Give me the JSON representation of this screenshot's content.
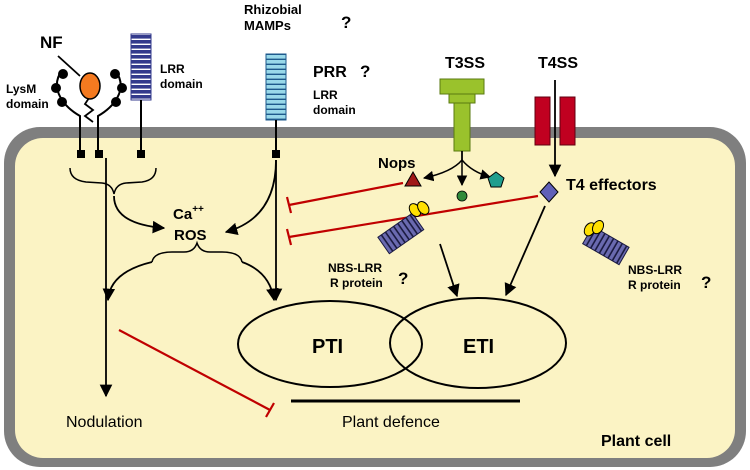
{
  "labels": {
    "nf": "NF",
    "lysm_line1": "LysM",
    "lysm_line2": "domain",
    "lrr1_line1": "LRR",
    "lrr1_line2": "domain",
    "mamps_line1": "Rhizobial",
    "mamps_line2": "MAMPs",
    "mamps_q": "?",
    "prr": "PRR",
    "prr_q": "?",
    "lrr2_line1": "LRR",
    "lrr2_line2": "domain",
    "t3ss": "T3SS",
    "t4ss": "T4SS",
    "nops": "Nops",
    "t4_effectors": "T4 effectors",
    "ca": "Ca",
    "ca_sup": "++",
    "ros": "ROS",
    "nbs1_line1": "NBS-LRR",
    "nbs1_line2": "R protein",
    "nbs1_q": "?",
    "nbs2_line1": "NBS-LRR",
    "nbs2_line2": "R protein",
    "nbs2_q": "?",
    "pti": "PTI",
    "eti": "ETI",
    "nodulation": "Nodulation",
    "plant_defence": "Plant defence",
    "plant_cell": "Plant cell"
  },
  "colors": {
    "cell_fill": "#fbf3c4",
    "cell_wall": "#7f7f7f",
    "nf_orange": "#f47a20",
    "lrr_dark": "#333a8c",
    "prr_light": "#99d9ea",
    "t3ss_green": "#9ac22c",
    "t4ss_red": "#c00020",
    "inhibit_red": "#c00000",
    "nop_green": "#2f8a3a",
    "nop_teal": "#1f9e8e",
    "nop_red": "#a01818",
    "t4_diamond": "#6060b8",
    "nbs_blue": "#6a6ab0",
    "nbs_yellow": "#ffe000"
  }
}
